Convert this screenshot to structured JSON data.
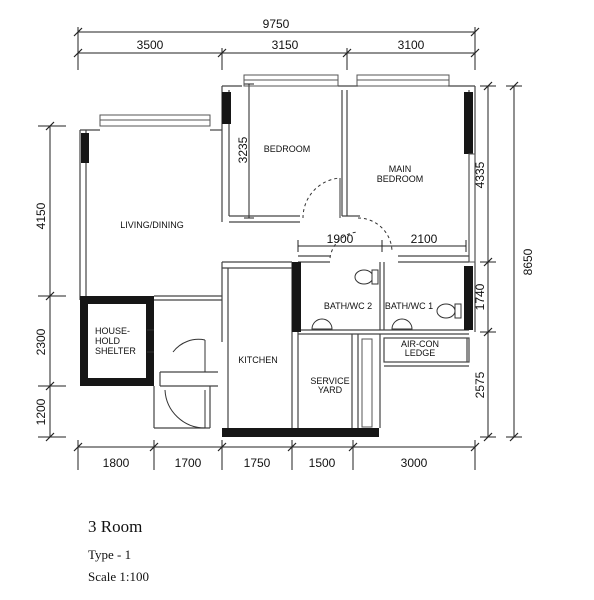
{
  "dimensions": {
    "top_total": "9750",
    "top_segments": [
      "3500",
      "3150",
      "3100"
    ],
    "bottom_segments": [
      "1800",
      "1700",
      "1750",
      "1500",
      "3000"
    ],
    "left_segments": [
      "4150",
      "2300",
      "1200"
    ],
    "right_segments": [
      "4335",
      "1740",
      "2575"
    ],
    "right_total": "8650",
    "inner_bedroom": "3235",
    "inner_bath_a": "1900",
    "inner_bath_b": "2100"
  },
  "rooms": {
    "bedroom": "BEDROOM",
    "main_bedroom_1": "MAIN",
    "main_bedroom_2": "BEDROOM",
    "living_dining": "LIVING/DINING",
    "shelter_1": "HOUSE-",
    "shelter_2": "HOLD",
    "shelter_3": "SHELTER",
    "kitchen": "KITCHEN",
    "service_1": "SERVICE",
    "service_2": "YARD",
    "bath2": "BATH/WC 2",
    "bath1": "BATH/WC 1",
    "aircon_1": "AIR-CON",
    "aircon_2": "LEDGE"
  },
  "caption": {
    "title": "3 Room",
    "type": "Type - 1",
    "scale": "Scale  1:100"
  }
}
